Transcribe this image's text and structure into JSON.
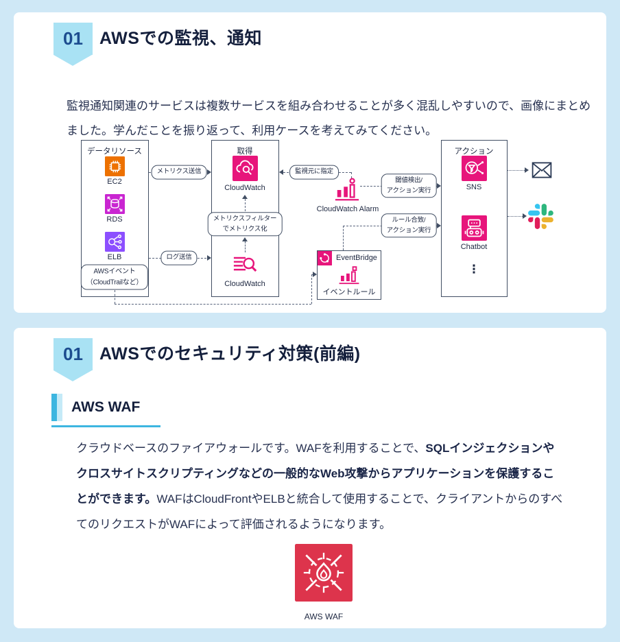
{
  "section1": {
    "badge": "01",
    "title": "AWSでの監視、通知",
    "paragraph": "監視通知関連のサービスは複数サービスを組み合わせることが多く混乱しやすいので、画像にまとめました。学んだことを振り返って、利用ケースを考えてみてください。",
    "diagram": {
      "groups": {
        "datasource": "データリソース",
        "acquire": "取得",
        "action": "アクション"
      },
      "nodes": {
        "ec2": "EC2",
        "rds": "RDS",
        "elb": "ELB",
        "aws_event": "AWSイベント\n（CloudTrailなど）",
        "cw_top": "CloudWatch",
        "cw_logs": "CloudWatch",
        "alarm": "CloudWatch Alarm",
        "eventbridge": "EventBridge",
        "event_rule": "イベントルール",
        "sns": "SNS",
        "chatbot": "Chatbot",
        "ellipsis": "⋮"
      },
      "labels": {
        "metrics_send": "メトリクス送信",
        "log_send": "ログ送信",
        "monitor_source": "監視元に指定",
        "threshold": "閾値検出/\nアクション実行",
        "metrics_filter": "メトリクスフィルター\nでメトリクス化",
        "rule_match": "ルール合致/\nアクション実行"
      },
      "icons": [
        "ec2-icon",
        "rds-icon",
        "elb-icon",
        "cloudwatch-icon",
        "cloudwatch-logs-icon",
        "cloudwatch-alarm-icon",
        "eventbridge-icon",
        "event-rule-icon",
        "sns-icon",
        "chatbot-icon",
        "email-icon",
        "slack-icon"
      ]
    }
  },
  "section2": {
    "badge": "01",
    "title": "AWSでのセキュリティ対策(前編)",
    "subheading": "AWS WAF",
    "body": {
      "before": "クラウドベースのファイアウォールです。WAFを利用することで、",
      "bold": "SQLインジェクションやクロスサイトスクリプティングなどの一般的なWeb攻撃からアプリケーションを保護することができます。",
      "after": "WAFはCloudFrontやELBと統合して使用することで、クライアントからのすべてのリクエストがWAFによって評価されるようになります。"
    },
    "waf_icon_label": "AWS WAF"
  },
  "colors": {
    "page_bg": "#cfe8f6",
    "card_bg": "#ffffff",
    "badge_bg": "#a9e2f4",
    "badge_text": "#1c4c8f",
    "heading_text": "#141f3c",
    "accent_cyan": "#3db6e0",
    "aws_pink": "#E7157B",
    "ec2_orange": "#ED7100",
    "rds_magenta": "#C925D1",
    "elb_purple": "#8C4FFF",
    "waf_red": "#DD344C",
    "slack_blue": "#36C5F0",
    "slack_green": "#2EB67D",
    "slack_yellow": "#ECB22E",
    "slack_red": "#E01E5A"
  }
}
